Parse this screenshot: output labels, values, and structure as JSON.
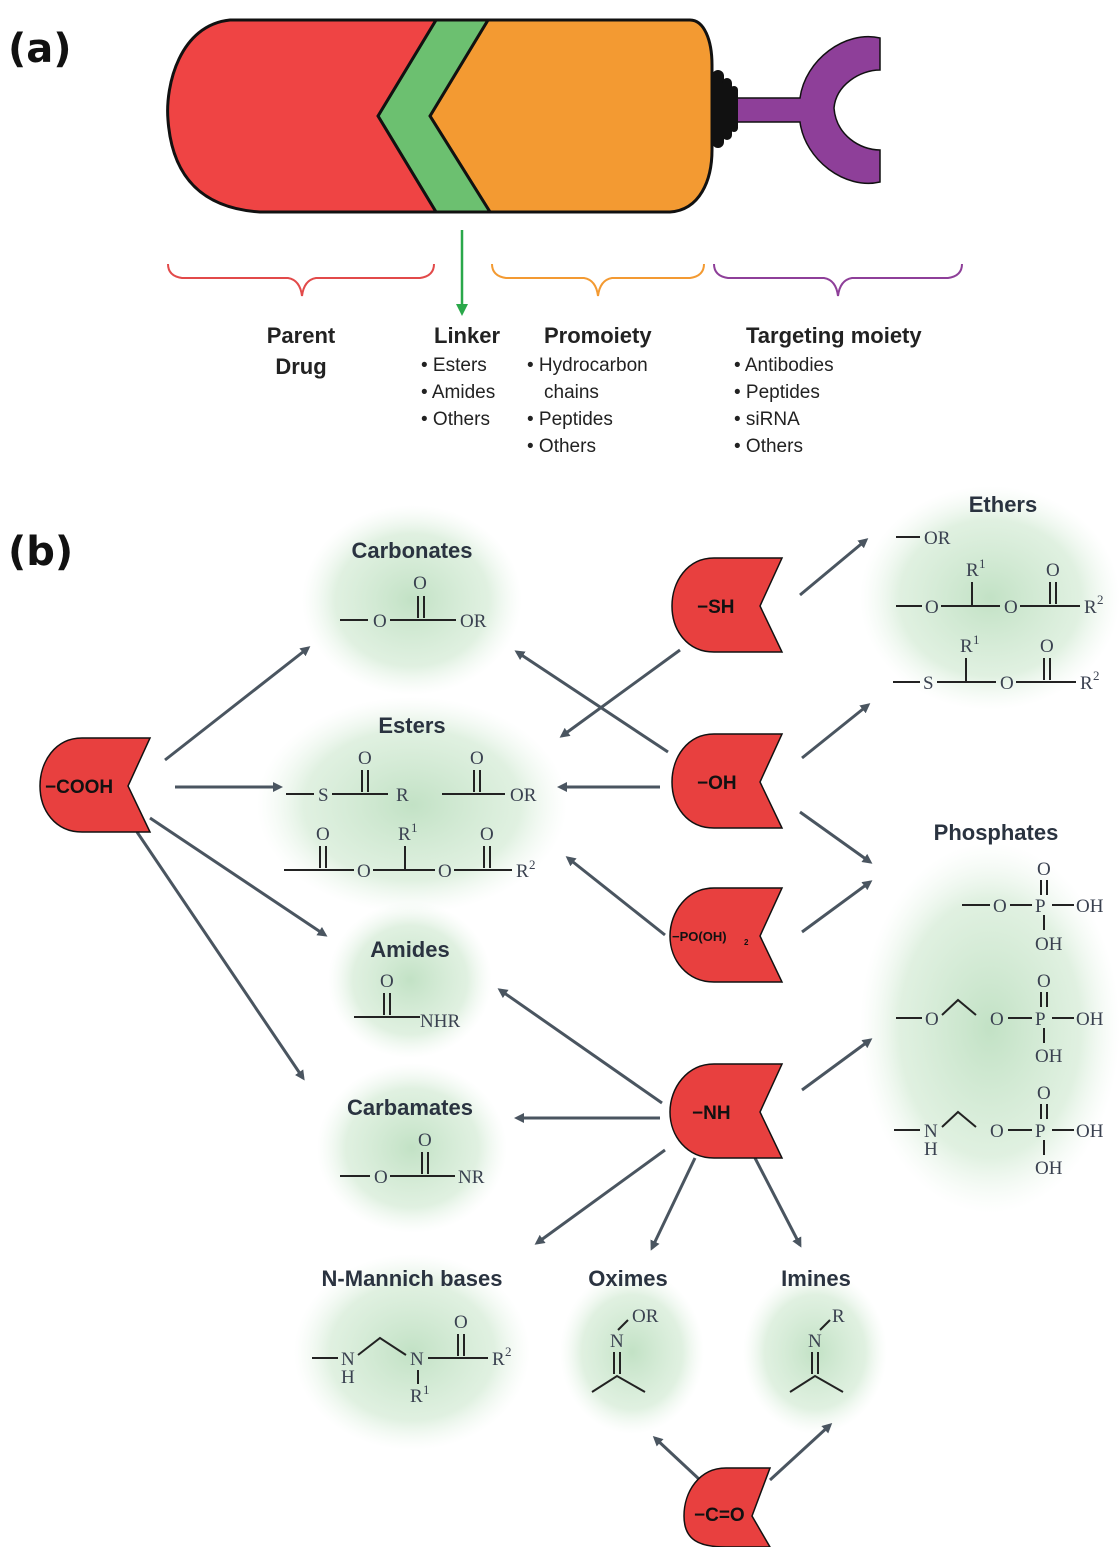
{
  "panels": {
    "a": "(a)",
    "b": "(b)"
  },
  "panel_a": {
    "parent_drug": [
      "Parent",
      "Drug"
    ],
    "linker": {
      "title": "Linker",
      "items": [
        "• Esters",
        "• Amides",
        "• Others"
      ]
    },
    "promoiety": {
      "title": "Promoiety",
      "items": [
        "• Hydrocarbon",
        "chains",
        "• Peptides",
        "• Others"
      ]
    },
    "targeting": {
      "title": "Targeting moiety",
      "items": [
        "• Antibodies",
        "• Peptides",
        "• siRNA",
        "• Others"
      ]
    },
    "colors": {
      "drug": "#ef4444",
      "linker": "#6cc070",
      "promoiety": "#f39a32",
      "targeting": "#8e3f99",
      "linker_arrow": "#2aa84a"
    }
  },
  "panel_b": {
    "groups": {
      "cooh": "−COOH",
      "sh": "−SH",
      "oh": "−OH",
      "po": "−PO(OH)",
      "po_sub": "2",
      "nh": "−NH",
      "co": "−C=O"
    },
    "categories": {
      "carbonates": "Carbonates",
      "esters": "Esters",
      "amides": "Amides",
      "carbamates": "Carbamates",
      "ethers": "Ethers",
      "phosphates": "Phosphates",
      "mannich": "N-Mannich bases",
      "oximes": "Oximes",
      "imines": "Imines"
    },
    "atoms": {
      "O": "O",
      "OR": "OR",
      "R": "R",
      "S": "S",
      "NHR": "NHR",
      "NR": "NR",
      "R1": "R",
      "R2": "R",
      "sup1": "1",
      "sup2": "2",
      "N": "N",
      "H": "H",
      "P": "P",
      "OH": "OH"
    },
    "colors": {
      "group_fill": "#e8403f",
      "halo": "#c8e6c9",
      "arrow": "#4a5560"
    }
  }
}
